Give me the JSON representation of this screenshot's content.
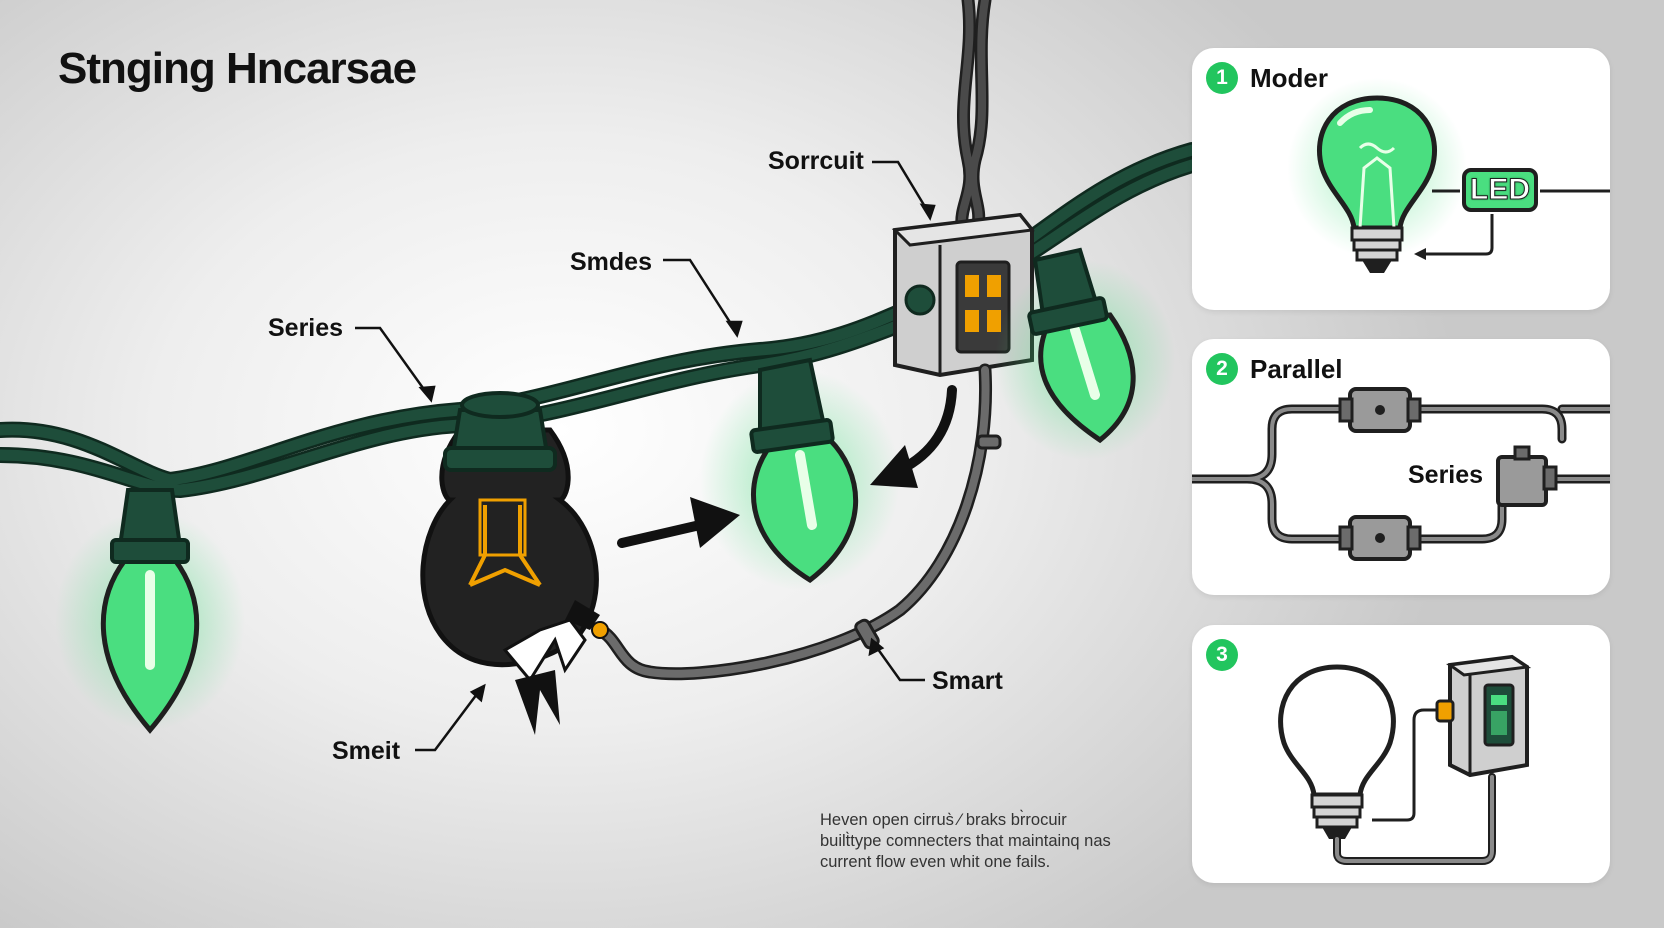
{
  "title": "Stnging Hncarsae",
  "labels": {
    "sorrcuit": "Sorrcuit",
    "smdes": "Smdes",
    "series": "Series",
    "smeit": "Smeit",
    "smart": "Smart"
  },
  "note_lines": [
    "Heven open cirrus̀ ⁄ braks br̀rocuir",
    "built̀type comnecters that maintainq nas",
    "current flow even whit one fails."
  ],
  "panels": [
    {
      "number": "1",
      "title": "Moder",
      "tag": "LED"
    },
    {
      "number": "2",
      "title": "Parallel",
      "inner_label": "Series"
    },
    {
      "number": "3",
      "title": ""
    }
  ],
  "colors": {
    "wire_green": "#1e4d3a",
    "bulb_green": "#4ade80",
    "badge_green": "#22c55e",
    "wire_gray": "#555555",
    "filament": "#f0a000"
  },
  "icons": [
    "green-bulb-icon",
    "broken-bulb-icon",
    "junction-box-icon",
    "led-bulb-icon",
    "plain-bulb-icon",
    "smart-plug-icon"
  ]
}
